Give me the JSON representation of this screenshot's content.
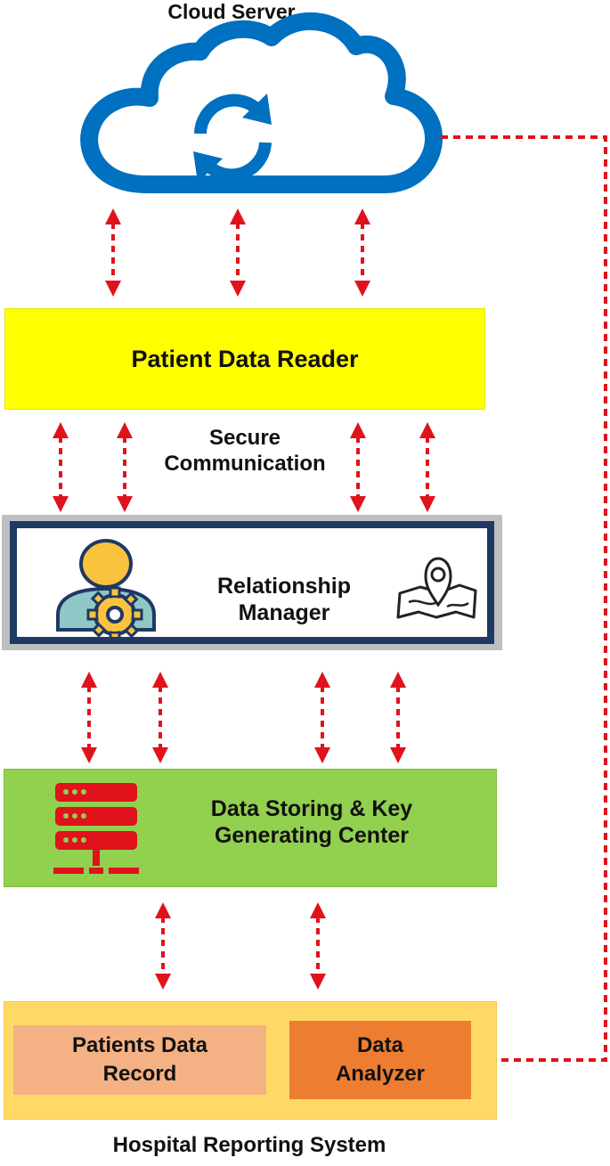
{
  "cloud": {
    "title": "Cloud Server",
    "icon": "cloud-sync-icon"
  },
  "patient_reader": {
    "label": "Patient Data Reader",
    "color": "#ffff00"
  },
  "secure": {
    "line1": "Secure",
    "line2": "Communication"
  },
  "relationship": {
    "line1": "Relationship",
    "line2": "Manager",
    "left_icon": "user-gear-icon",
    "right_icon": "map-pin-icon"
  },
  "storing": {
    "line1": "Data Storing & Key",
    "line2": "Generating Center",
    "icon": "server-network-icon",
    "color": "#92d050"
  },
  "hospital": {
    "title": "Hospital Reporting System",
    "records": {
      "line1": "Patients Data",
      "line2": "Record"
    },
    "analyzer": {
      "line1": "Data",
      "line2": "Analyzer"
    },
    "color": "#ffd966"
  },
  "arrow_color": "#e0121b"
}
